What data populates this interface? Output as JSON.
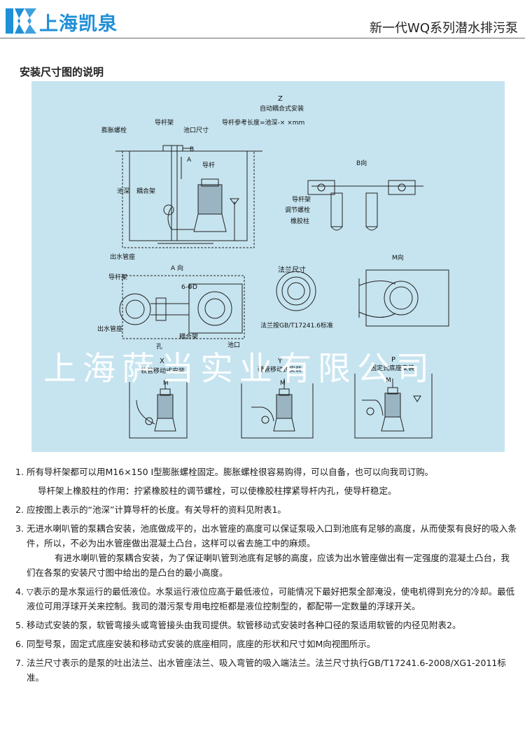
{
  "header": {
    "logo_text": "上海凯泉",
    "title": "新一代WQ系列潜水排污泵"
  },
  "section_title": "安装尺寸图的说明",
  "diagram": {
    "z_label": "Z",
    "z_title": "自动耦合式安装",
    "guide_frame": "导杆架",
    "expansion_bolt": "膨胀螺栓",
    "pool_opening": "池口尺寸",
    "guide_length": "导杆参考长度=池深-× ×mm",
    "b_mark": "B",
    "a_mark": "A",
    "guide_rod": "导杆",
    "pool_depth": "池深",
    "coupling_frame": "耦合架",
    "outlet_seat": "出水管座",
    "b_view": "B向",
    "guide_frame_2": "导杆架",
    "adjust_bolt": "调节螺栓",
    "rubber_post": "橡胶柱",
    "a_view": "A 向",
    "guide_frame_3": "导杆架",
    "six_phi_d": "6-ΦD",
    "outlet_seat_2": "出水管座",
    "coupling_frame_2": "耦合架",
    "pool_opening_2": "池口",
    "bolt_mark": "孔",
    "flange_title": "法兰尺寸",
    "flange_std": "法兰按GB/T17241.6标准",
    "m_view": "M向",
    "x_label": "X",
    "x_title": "软管移动式安装",
    "y_label": "Y",
    "y_title": "硬管移动式安装",
    "p_label": "P",
    "p_title": "固定式底座安装",
    "m_mark": "M"
  },
  "watermark": "上海萨当实业有限公司",
  "notes": [
    {
      "num": "1.",
      "text": "所有导杆架都可以用M16×150 I型膨胀螺栓固定。膨胀螺栓很容易购得，可以自备，也可以向我司订购。"
    },
    {
      "num": "",
      "text": "导杆架上橡胶柱的作用：拧紧橡胶柱的调节螺栓，可以使橡胶柱撑紧导杆内孔，使导杆稳定。"
    },
    {
      "num": "2.",
      "text": "应按图上表示的“池深”计算导杆的长度。有关导杆的资料见附表1。"
    },
    {
      "num": "3.",
      "text": "无进水喇叭管的泵耦合安装，池底做成平的，出水管座的高度可以保证泵吸入口到池底有足够的高度，从而使泵有良好的吸入条件，所以，不必为出水管座做出混凝土凸台，这样可以省去施工中的麻烦。"
    },
    {
      "num": "",
      "text": "有进水喇叭管的泵耦合安装，为了保证喇叭管到池底有足够的高度，应该为出水管座做出有一定强度的混凝土凸台，我们在各泵的安装尺寸图中给出的是凸台的最小高度。"
    },
    {
      "num": "4.",
      "text": "▽表示的是水泵运行的最低液位。水泵运行液位应高于最低液位，可能情况下最好把泵全部淹没，使电机得到充分的冷却。最低液位可用浮球开关来控制。我司的潜污泵专用电控柜都是液位控制型的，都配带一定数量的浮球开关。"
    },
    {
      "num": "5.",
      "text": "移动式安装的泵，软管弯接头或弯管接头由我司提供。软管移动式安装时各种口径的泵适用软管的内径见附表2。"
    },
    {
      "num": "6.",
      "text": "同型号泵，固定式底座安装和移动式安装的底座相同，底座的形状和尺寸如M向视图所示。"
    },
    {
      "num": "7.",
      "text": "法兰尺寸表示的是泵的吐出法兰、出水管座法兰、吸入弯管的吸入端法兰。法兰尺寸执行GB/T17241.6-2008/XG1-2011标准。"
    }
  ],
  "colors": {
    "panel_bg": "#c6e4ef",
    "logo_blue": "#1f8fd8"
  }
}
